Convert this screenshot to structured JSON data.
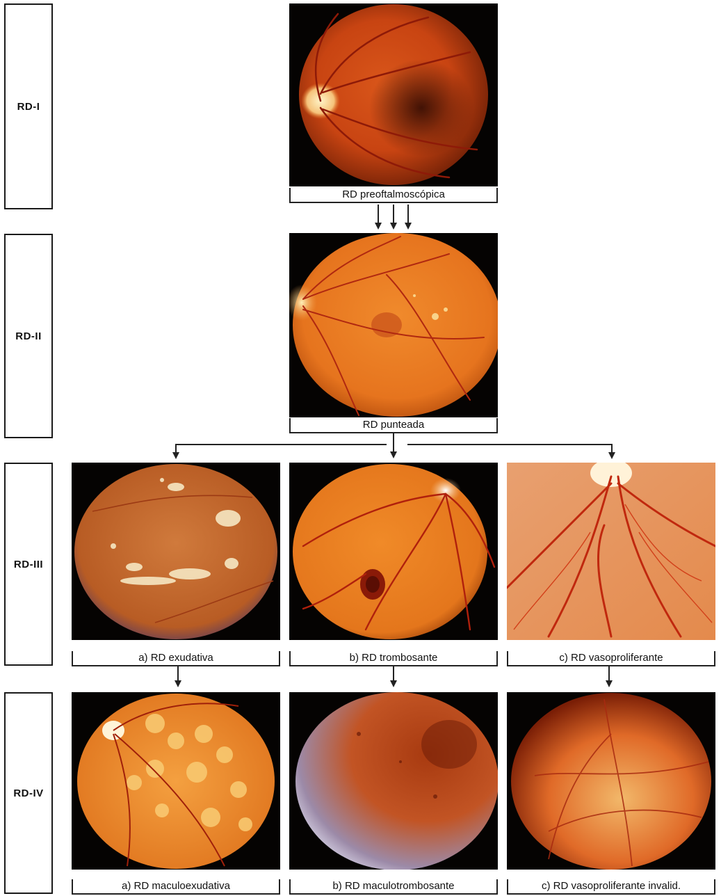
{
  "stages": [
    {
      "id": "rd1",
      "label": "RD-I"
    },
    {
      "id": "rd2",
      "label": "RD-II"
    },
    {
      "id": "rd3",
      "label": "RD-III"
    },
    {
      "id": "rd4",
      "label": "RD-IV"
    }
  ],
  "captions": {
    "preoftalmoscopica": "RD preoftalmoscópica",
    "punteada": "RD punteada",
    "exudativa": "a) RD exudativa",
    "trombosante": "b) RD trombosante",
    "vasoproliferante": "c) RD vasoproliferante",
    "maculoexudativa": "a) RD maculoexudativa",
    "maculotrombosante": "b) RD maculotrombosante",
    "vasoproliferante_invalid": "c) RD vasoproliferante invalid."
  },
  "colors": {
    "fundus_orange": "#e8731e",
    "fundus_dark": "#8a2a08",
    "vessel": "#a8200c",
    "exudate": "#f6e7c2",
    "frame": "#050302"
  }
}
